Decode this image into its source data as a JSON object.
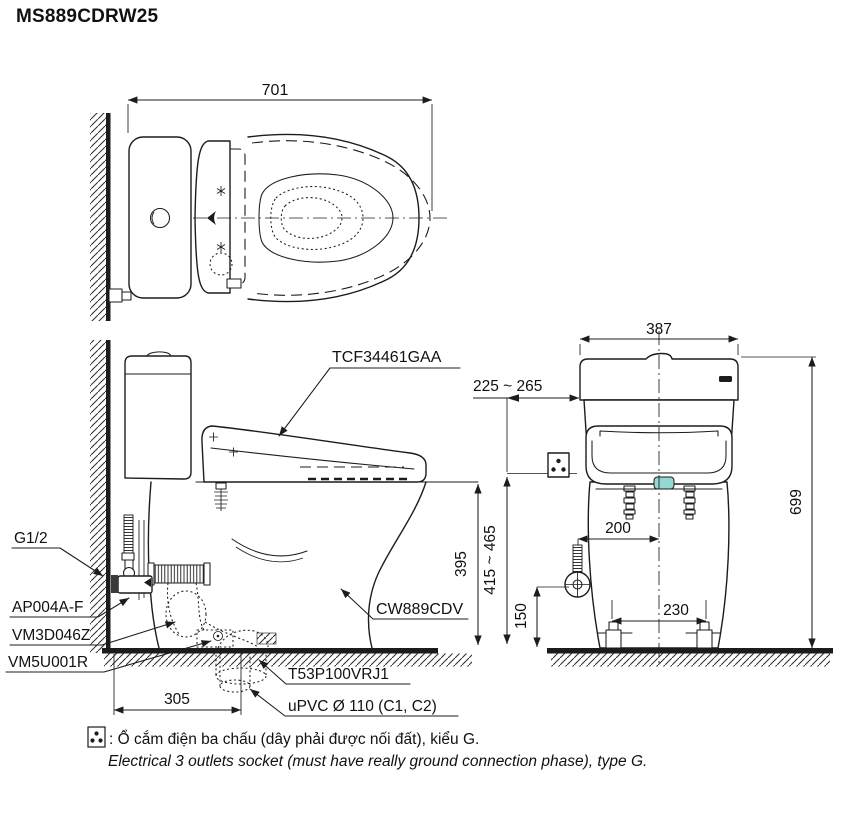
{
  "title": "MS889CDRW25",
  "colors": {
    "accent_teal": "#93d8d2",
    "line": "#1c1c1c"
  },
  "views": {
    "top": {
      "dim_width": "701"
    },
    "side": {
      "dim_seat_height": "395",
      "dim_rough_in": "305",
      "labels": {
        "washlet": "TCF34461GAA",
        "inlet": "G1/2",
        "stop_valve": "AP004A-F",
        "fill_valve": "VM3D046Z",
        "outlet_flange": "VM5U001R",
        "bowl": "CW889CDV",
        "drain_joint": "T53P100VRJ1",
        "drain_pipe": "uPVC Ø 110 (C1, C2)"
      }
    },
    "front": {
      "dim_width": "387",
      "dim_socket_offset": "225 ~ 265",
      "dim_height": "699",
      "dim_supply_offset": "200",
      "dim_bolt_spacing": "230",
      "dim_supply_height": "150",
      "dim_socket_height": "415 ~ 465"
    }
  },
  "footer": {
    "note_vi": ": Ổ cắm điện ba chấu (dây phải được nối đất), kiểu G.",
    "note_en": "Electrical 3 outlets socket (must have really ground connection phase), type G."
  }
}
